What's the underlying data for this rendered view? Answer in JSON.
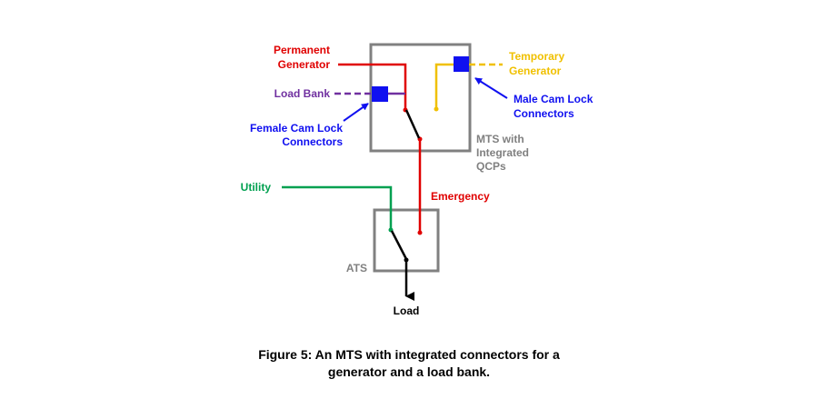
{
  "diagram": {
    "labels": {
      "permanent_generator_line1": "Permanent",
      "permanent_generator_line2": "Generator",
      "temporary_generator_line1": "Temporary",
      "temporary_generator_line2": "Generator",
      "load_bank": "Load Bank",
      "female_connectors_line1": "Female Cam Lock",
      "female_connectors_line2": "Connectors",
      "male_connectors_line1": "Male Cam Lock",
      "male_connectors_line2": "Connectors",
      "mts_line1": "MTS  with",
      "mts_line2": "Integrated",
      "mts_line3": "QCPs",
      "utility": "Utility",
      "emergency": "Emergency",
      "ats": "ATS",
      "load": "Load"
    },
    "colors": {
      "permanent_generator": "#e00000",
      "temporary_generator": "#f0c000",
      "load_bank": "#7030a0",
      "connector": "#1010f0",
      "utility": "#00a050",
      "emergency": "#e00000",
      "box": "#808080",
      "switch": "#000000"
    }
  },
  "caption": {
    "line1": "Figure 5: An MTS with integrated connectors for a",
    "line2": "generator and a load bank."
  }
}
